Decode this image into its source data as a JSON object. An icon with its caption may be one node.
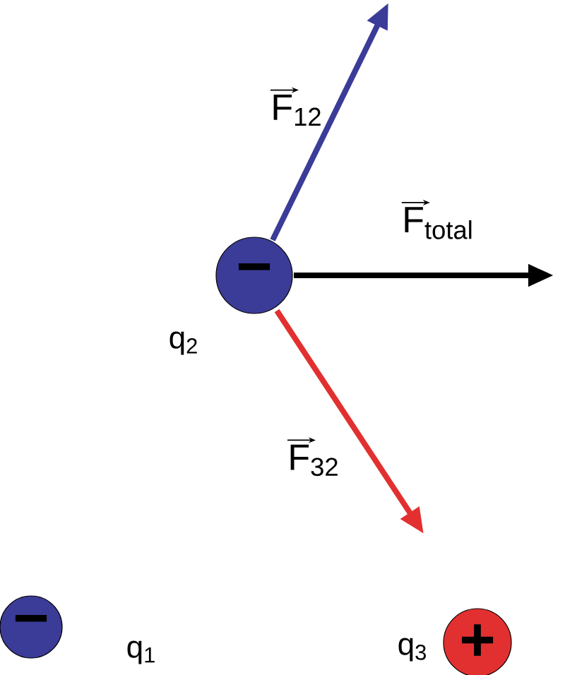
{
  "diagram": {
    "nodes": [
      {
        "text": [
          "−"
        ],
        "beside": [
          "q$_{2}$"
        ]
      },
      {
        "text": [
          "−"
        ],
        "beside": [
          "q$_{1}$"
        ]
      },
      {
        "text": [
          "+"
        ],
        "beside": [
          "q$_{3}$"
        ]
      }
    ],
    "labels": [
      "F$_{12}$",
      "F$_{total}$",
      "F$_{32}$"
    ]
  }
}
